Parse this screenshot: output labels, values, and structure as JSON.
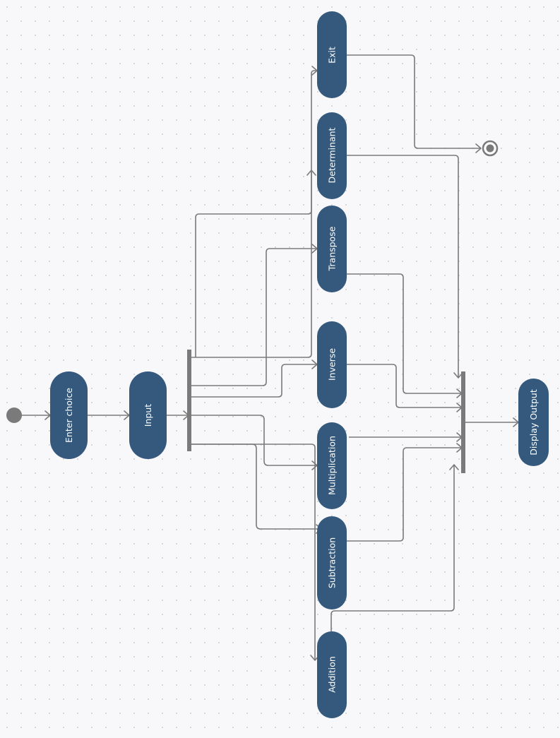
{
  "colors": {
    "node_fill": "#34597c",
    "edge": "#7a7a7a",
    "start": "#7a7a7a",
    "background": "#f8f8fb"
  },
  "nodes": {
    "enter_choice": "Enter choice",
    "input": "Input",
    "exit": "Exit",
    "determinant": "Determinant",
    "transpose": "Transpose",
    "inverse": "Inverse",
    "multiplication": "Multiplication",
    "subtraction": "Subtraction",
    "addition": "Addition",
    "display_output": "Display Output"
  },
  "edges": [
    {
      "from": "start",
      "to": "Enter choice"
    },
    {
      "from": "Enter choice",
      "to": "Input"
    },
    {
      "from": "Input",
      "to": "fork"
    },
    {
      "from": "fork",
      "to": "Exit"
    },
    {
      "from": "fork",
      "to": "Determinant"
    },
    {
      "from": "fork",
      "to": "Transpose"
    },
    {
      "from": "fork",
      "to": "Inverse"
    },
    {
      "from": "fork",
      "to": "Multiplication"
    },
    {
      "from": "fork",
      "to": "Subtraction"
    },
    {
      "from": "fork",
      "to": "Addition"
    },
    {
      "from": "Exit",
      "to": "end"
    },
    {
      "from": "Determinant",
      "to": "join"
    },
    {
      "from": "Transpose",
      "to": "join"
    },
    {
      "from": "Inverse",
      "to": "join"
    },
    {
      "from": "Multiplication",
      "to": "join"
    },
    {
      "from": "Subtraction",
      "to": "join"
    },
    {
      "from": "Addition",
      "to": "join"
    },
    {
      "from": "join",
      "to": "Display Output"
    }
  ]
}
